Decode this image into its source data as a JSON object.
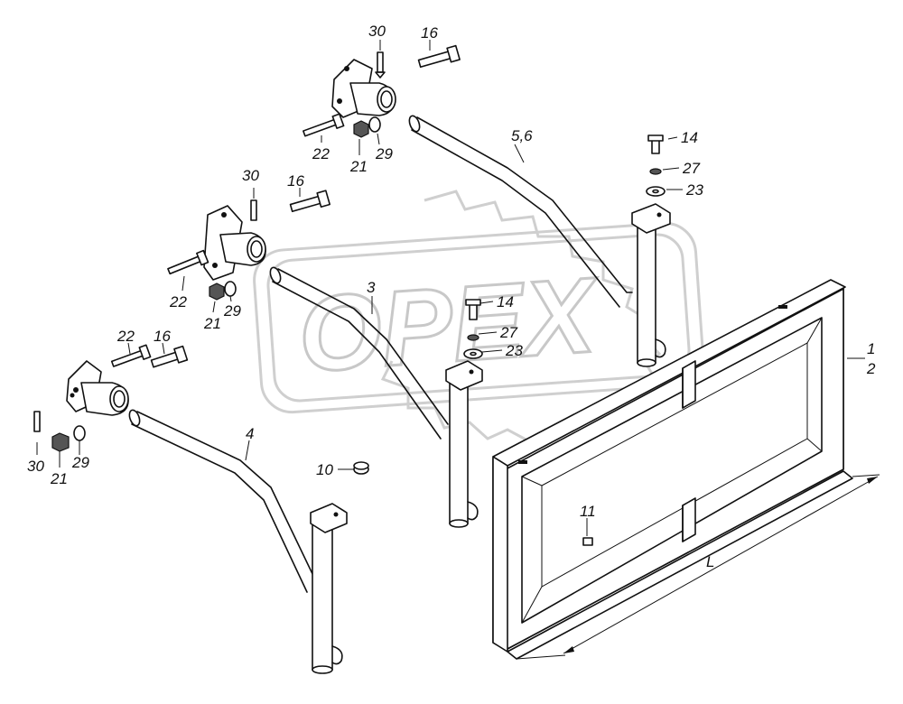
{
  "watermark": {
    "text": "OPEX"
  },
  "callouts": [
    {
      "id": "c30a",
      "text": "30"
    },
    {
      "id": "c16a",
      "text": "16"
    },
    {
      "id": "c22a",
      "text": "22"
    },
    {
      "id": "c21a",
      "text": "21"
    },
    {
      "id": "c29a",
      "text": "29"
    },
    {
      "id": "c56",
      "text": "5,6"
    },
    {
      "id": "c14a",
      "text": "14"
    },
    {
      "id": "c27a",
      "text": "27"
    },
    {
      "id": "c23a",
      "text": "23"
    },
    {
      "id": "c30b",
      "text": "30"
    },
    {
      "id": "c16b",
      "text": "16"
    },
    {
      "id": "c22b",
      "text": "22"
    },
    {
      "id": "c21b",
      "text": "21"
    },
    {
      "id": "c29b",
      "text": "29"
    },
    {
      "id": "c3",
      "text": "3"
    },
    {
      "id": "c14b",
      "text": "14"
    },
    {
      "id": "c27b",
      "text": "27"
    },
    {
      "id": "c23b",
      "text": "23"
    },
    {
      "id": "c1",
      "text": "1"
    },
    {
      "id": "c2",
      "text": "2"
    },
    {
      "id": "c22c",
      "text": "22"
    },
    {
      "id": "c16c",
      "text": "16"
    },
    {
      "id": "c30c",
      "text": "30"
    },
    {
      "id": "c21c",
      "text": "21"
    },
    {
      "id": "c29c",
      "text": "29"
    },
    {
      "id": "c4",
      "text": "4"
    },
    {
      "id": "c10",
      "text": "10"
    },
    {
      "id": "c11",
      "text": "11"
    },
    {
      "id": "cL",
      "text": "L"
    }
  ]
}
